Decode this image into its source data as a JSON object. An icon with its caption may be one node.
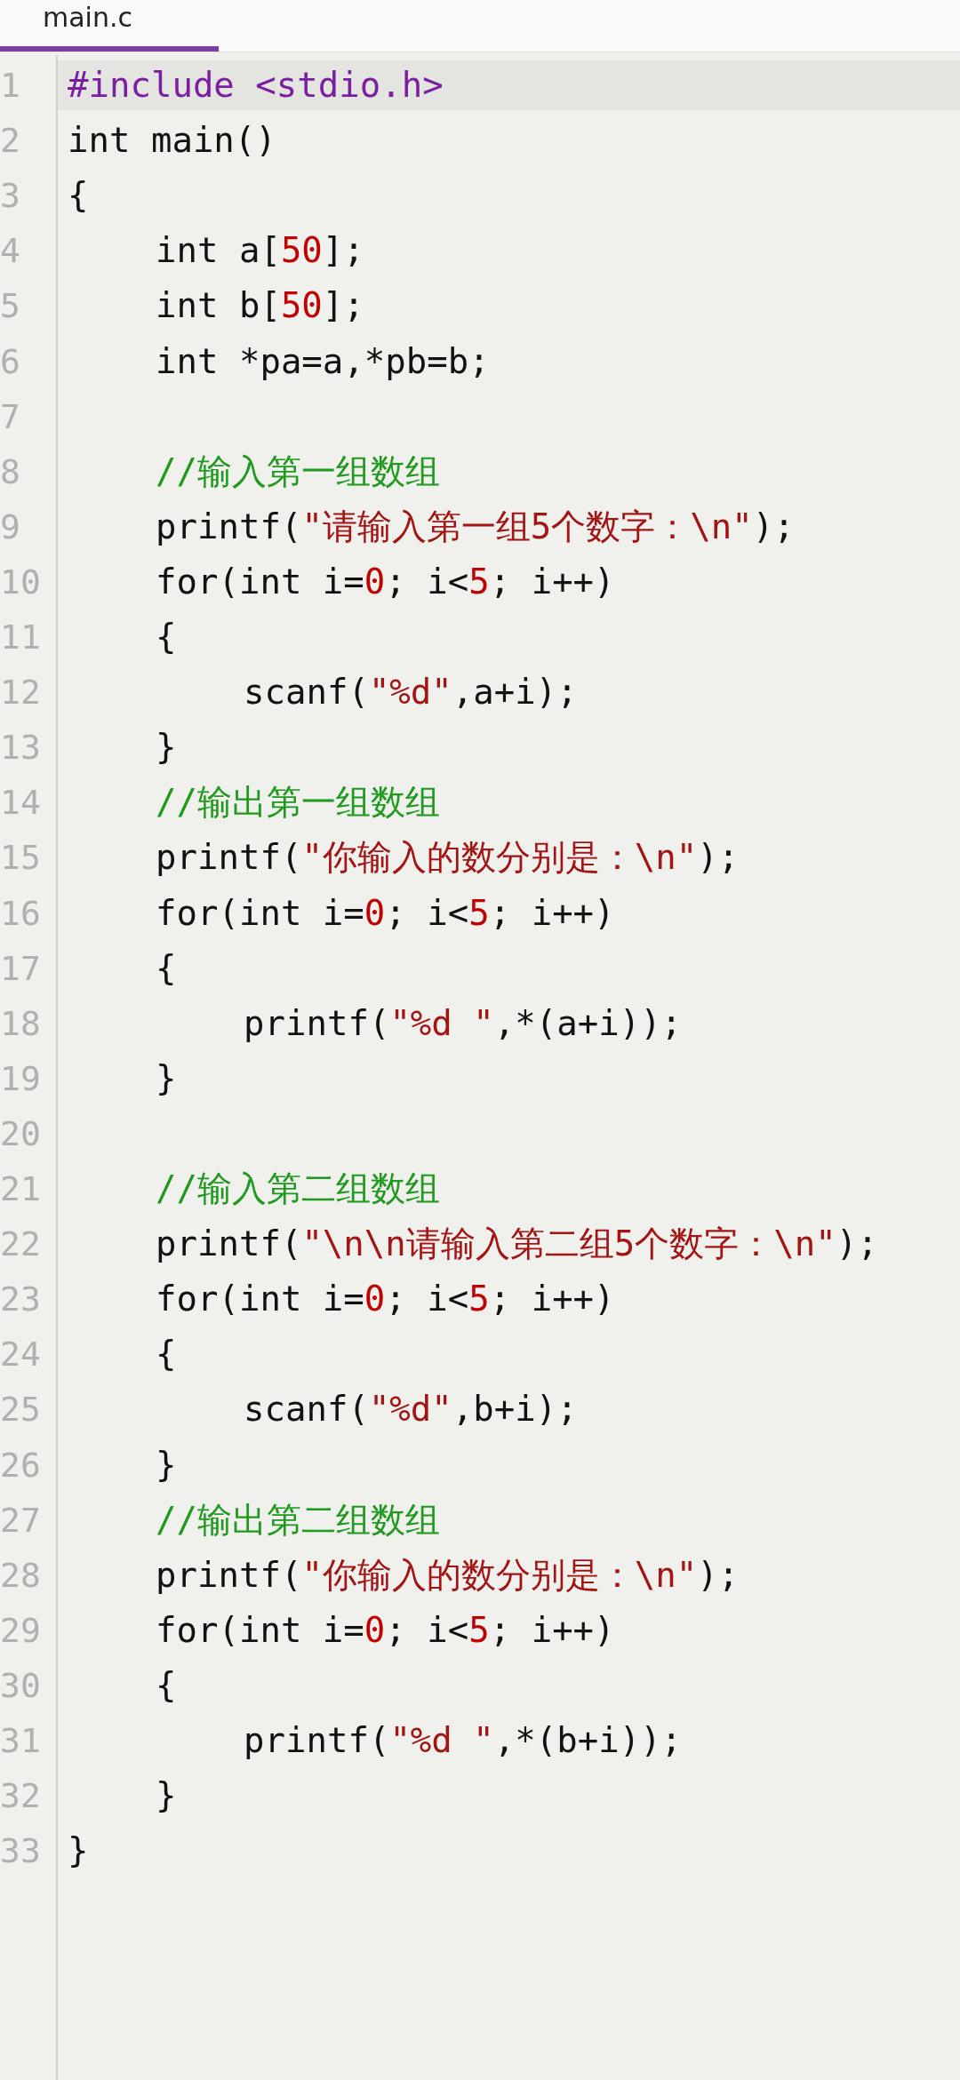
{
  "diagram": {
    "labels": [
      "main.c",
      "1",
      "#include <stdio.h>",
      "2",
      "int main()",
      "3",
      "{",
      "4",
      "int a[50];",
      "5",
      "int b[50];",
      "6",
      "int *pa=a,*pb=b;",
      "7",
      "8",
      "//输入第一组数组",
      "9",
      "printf(\"请输入第一组5个数字：\\n\");",
      "10",
      "for(int i=0; i<5; i++)",
      "11",
      "{",
      "12",
      "scanf(\"%d\",a+i);",
      "13",
      "}",
      "14",
      "//输出第一组数组",
      "15",
      "printf(\"你输入的数分别是：\\n\");",
      "16",
      "for(int i=0; i<5; i++)",
      "17",
      "{",
      "18",
      "printf(\"%d \",*(a+i));",
      "19",
      "}",
      "20",
      "21",
      "//输入第二组数组",
      "22",
      "printf(\"\\n\\n请输入第二组5个数字：\\n\");",
      "23",
      "for(int i=0; i<5; i++)",
      "24",
      "{",
      "25",
      "scanf(\"%d\",b+i);",
      "26",
      "}",
      "27",
      "//输出第二组数组",
      "28",
      "printf(\"你输入的数分别是：\\n\");",
      "29",
      "for(int i=0; i<5; i++)",
      "30",
      "{",
      "31",
      "printf(\"%d \",*(b+i));",
      "32",
      "}",
      "33",
      "}"
    ]
  }
}
